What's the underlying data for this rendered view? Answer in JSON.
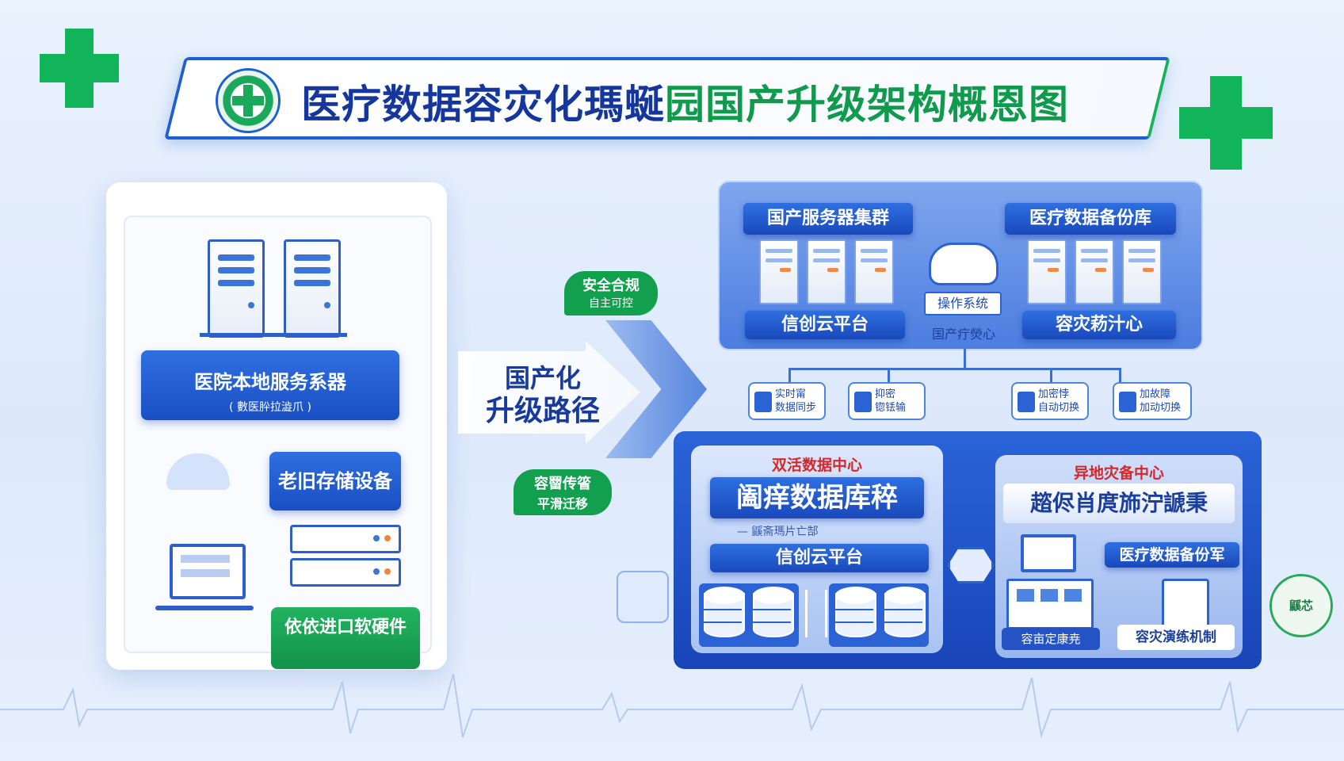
{
  "title": {
    "main": "医疗数据容灾化瑪蜒",
    "tail": "园国产升级架构概恩图"
  },
  "left_panel": {
    "server_main": {
      "line1": "医院本地服务系器",
      "line2": "( 數医肸拉澁爪 )"
    },
    "storage": "老旧存储设备",
    "software": "依依进口软硬件"
  },
  "arrow": {
    "line1": "国产化",
    "line2": "升级路径"
  },
  "bubbles": {
    "top": {
      "line1": "安全合规",
      "line2": "自主可控"
    },
    "bottom": {
      "line1": "容罶传箵",
      "line2": "平滑迁移"
    }
  },
  "top_right": {
    "cluster_label": "国产服务器集群",
    "backup_label": "医疗数据备份库",
    "os_label": "操作系统",
    "cloud_label": "信创云平台",
    "center_label": "国产疔熒心",
    "dr_label": "容灾菞汁心"
  },
  "links": [
    {
      "l1": "实时甯",
      "l2": "数据同步"
    },
    {
      "l1": "抑密",
      "l2": "锪铥输"
    },
    {
      "l1": "加密悖",
      "l2": "自动切换"
    },
    {
      "l1": "加故障",
      "l2": "加动切换"
    }
  ],
  "bottom_left": {
    "header": "双活数据中心",
    "db_title": "阖痒数据库稡",
    "subtitle": "— 鼷斋瑪片亡郜",
    "cloud": "信创云平台"
  },
  "bottom_right": {
    "header": "异地灾备中心",
    "title": "趦侭肖庹斾泞謕秉",
    "backup": "医疗数据备份军",
    "left_caption": "容亩定康尭",
    "right_caption": "容灾演练机制"
  },
  "corner_badge": "鼷芯",
  "colors": {
    "primary": "#1a4fc4",
    "accent": "#12a04f",
    "alert": "#d22a2a"
  }
}
